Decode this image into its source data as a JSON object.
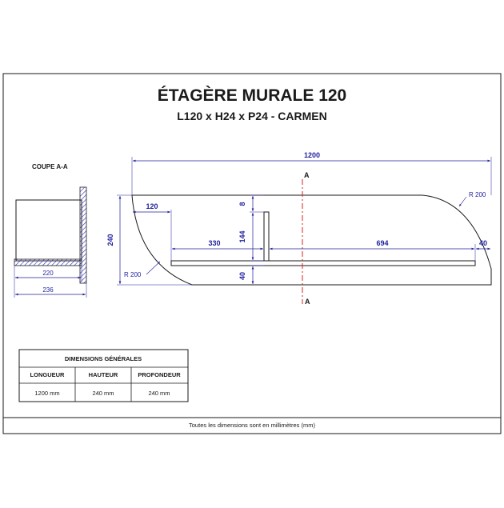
{
  "header": {
    "title": "ÉTAGÈRE MURALE 120",
    "subtitle": "L120 x H24 x P24 - CARMEN"
  },
  "section": {
    "label": "COUPE A-A",
    "dim_depth": "220",
    "dim_total": "236"
  },
  "front_view": {
    "dim_length": "1200",
    "dim_height": "240",
    "dim_left_offset": "120",
    "dim_top_gap": "8",
    "dim_divider": "144",
    "dim_bottom": "40",
    "dim_left_shelf": "330",
    "dim_right_shelf": "694",
    "dim_right_end": "40",
    "radius_top_right": "R 200",
    "radius_bottom_left": "R 200",
    "cut_marker_top": "A",
    "cut_marker_bottom": "A"
  },
  "table": {
    "title": "DIMENSIONS GÉNÉRALES",
    "headers": [
      "LONGUEUR",
      "HAUTEUR",
      "PROFONDEUR"
    ],
    "values": [
      "1200 mm",
      "240 mm",
      "240 mm"
    ]
  },
  "footer": {
    "note": "Toutes les dimensions sont en millimètres (mm)"
  },
  "colors": {
    "dimension": "#1f1f9e",
    "outline": "#1a1a1a",
    "cut_line": "#d9251d",
    "hatch": "#2b2bb0"
  }
}
